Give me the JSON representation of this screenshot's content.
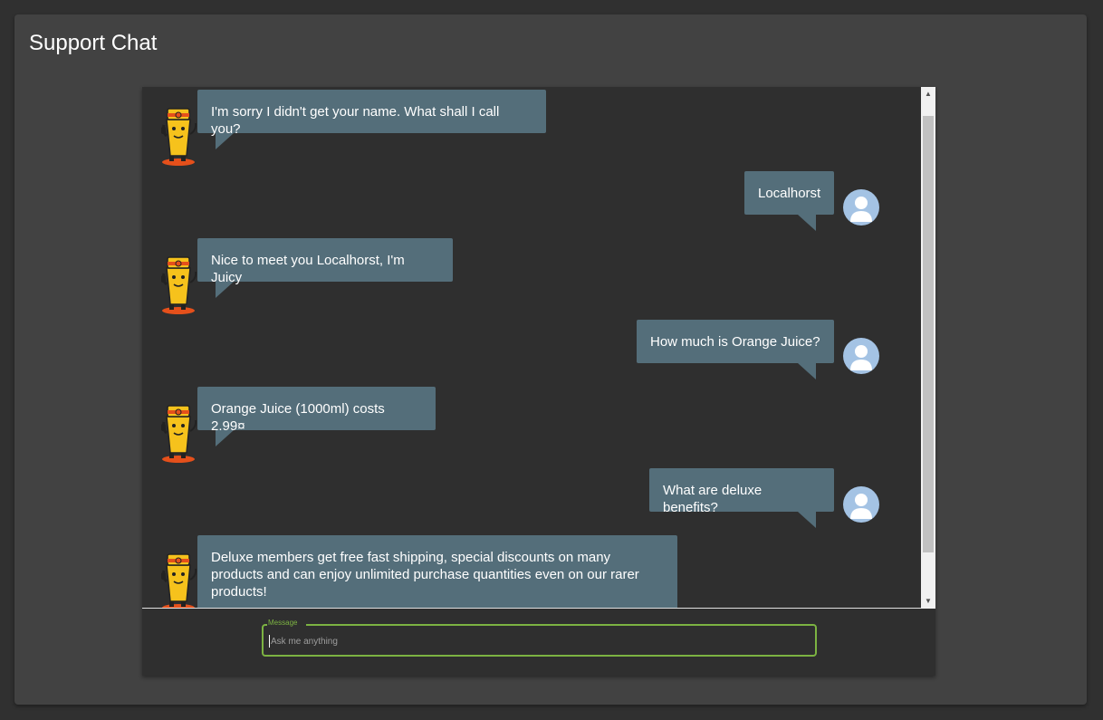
{
  "page": {
    "title": "Support Chat"
  },
  "chat": {
    "messages": [
      {
        "sender": "bot",
        "text": "I'm sorry I didn't get your name. What shall I call you?"
      },
      {
        "sender": "user",
        "text": "Localhorst"
      },
      {
        "sender": "bot",
        "text": "Nice to meet you Localhorst, I'm Juicy"
      },
      {
        "sender": "user",
        "text": "How much is Orange Juice?"
      },
      {
        "sender": "bot",
        "text": "Orange Juice (1000ml) costs 2.99¤"
      },
      {
        "sender": "user",
        "text": "What are deluxe benefits?"
      },
      {
        "sender": "bot",
        "text": "Deluxe members get free fast shipping, special discounts on many products and can enjoy unlimited purchase quantities even on our rarer products!"
      }
    ],
    "bot_avatar_icon": "juicy-bot-icon",
    "user_avatar_icon": "user-profile-icon"
  },
  "input": {
    "label": "Message",
    "placeholder": "Ask me anything",
    "value": ""
  },
  "colors": {
    "page_bg": "#303030",
    "card_bg": "#424242",
    "chat_bg": "#2f2f2f",
    "bubble_bg": "#546e7a",
    "accent_green": "#7cb342",
    "user_avatar_bg": "#a4c3e4"
  }
}
